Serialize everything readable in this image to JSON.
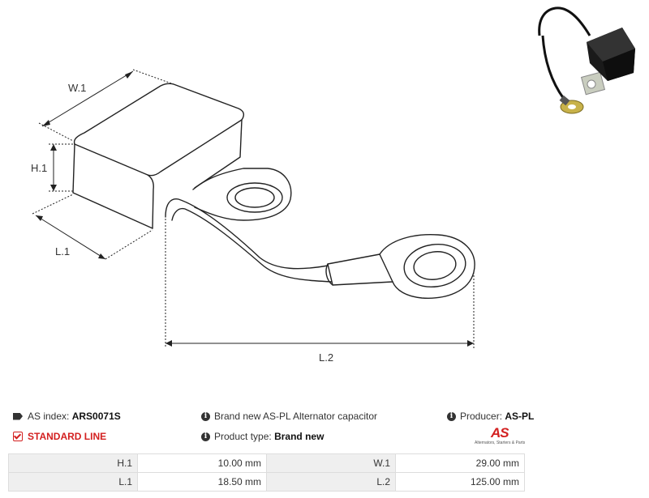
{
  "dimensions_labels": {
    "w1": "W.1",
    "h1": "H.1",
    "l1": "L.1",
    "l2": "L.2"
  },
  "info": {
    "as_index_label": "AS index:",
    "as_index_value": "ARS0071S",
    "standard_line": "STANDARD LINE",
    "description": "Brand new AS-PL Alternator capacitor",
    "product_type_label": "Product type:",
    "product_type_value": "Brand new",
    "producer_label": "Producer:",
    "producer_value": "AS-PL"
  },
  "logo": {
    "mark": "AS",
    "tagline": "Alternators, Starters & Parts"
  },
  "specs": [
    {
      "label_a": "H.1",
      "value_a": "10.00 mm",
      "label_b": "W.1",
      "value_b": "29.00 mm"
    },
    {
      "label_a": "L.1",
      "value_a": "18.50 mm",
      "label_b": "L.2",
      "value_b": "125.00 mm"
    }
  ],
  "colors": {
    "accent_red": "#d32020",
    "label_bg": "#efefef",
    "border": "#dddddd"
  },
  "icons": {
    "info": "info-icon",
    "check": "checkbox-check-icon",
    "tag": "tag-icon"
  }
}
